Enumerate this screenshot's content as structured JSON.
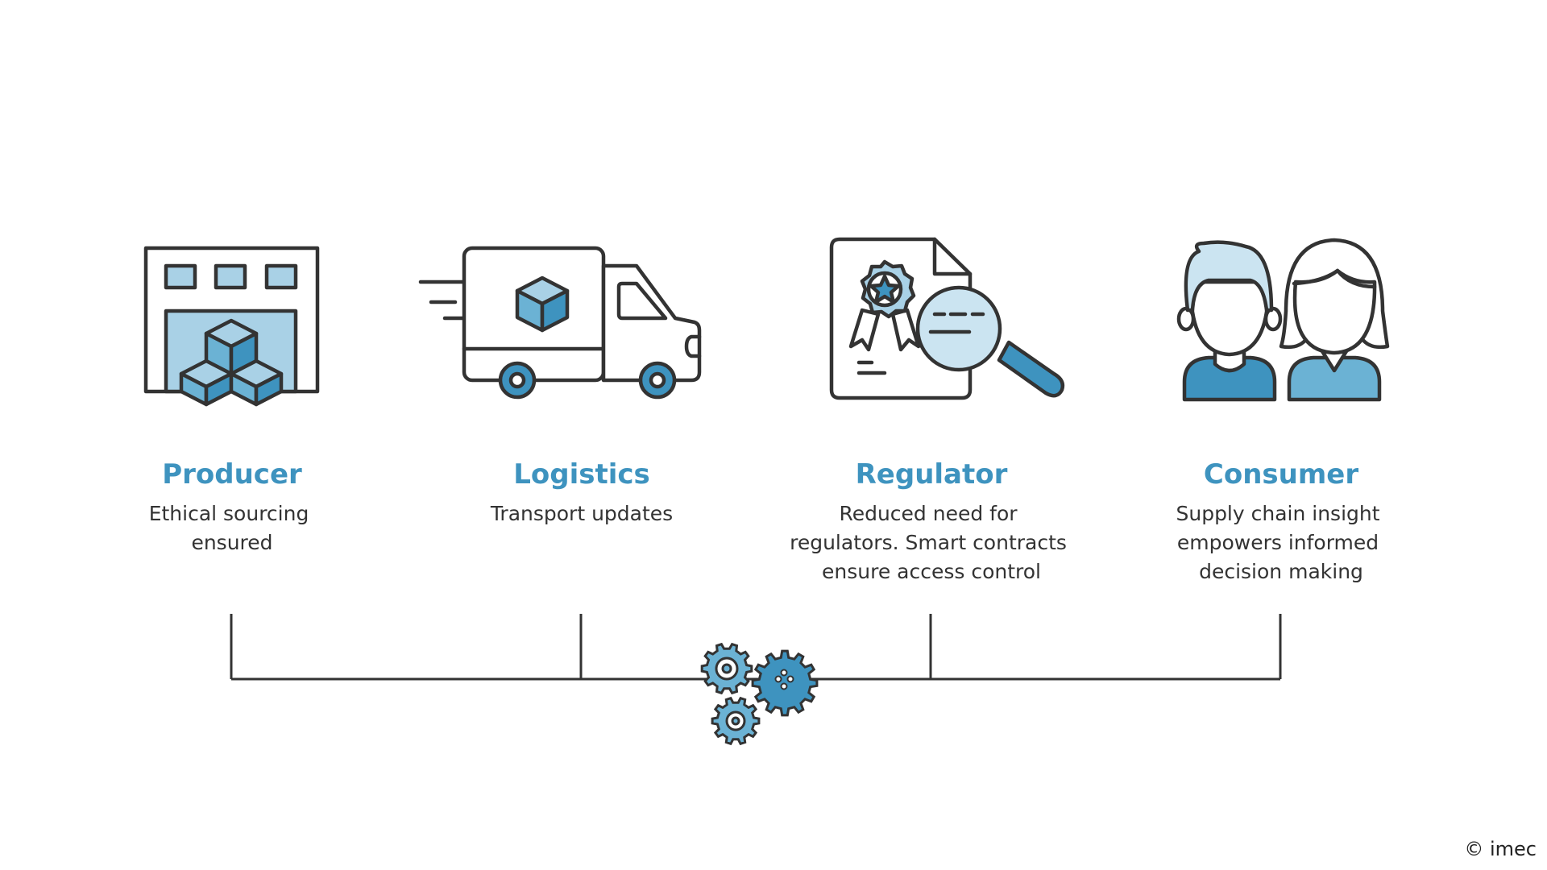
{
  "colors": {
    "outline": "#333333",
    "dark_blue": "#3e93bf",
    "mid_blue": "#6bb2d4",
    "light_blue": "#a9d1e6",
    "pale_blue": "#cbe4f1"
  },
  "stakeholders": [
    {
      "title": "Producer",
      "desc": [
        "Ethical sourcing",
        "ensured"
      ],
      "icon": "warehouse-icon"
    },
    {
      "title": "Logistics",
      "desc": [
        "Transport updates"
      ],
      "icon": "delivery-truck-icon"
    },
    {
      "title": "Regulator",
      "desc": [
        "Reduced need for",
        "regulators. Smart contracts",
        "ensure access control"
      ],
      "icon": "certificate-inspection-icon"
    },
    {
      "title": "Consumer",
      "desc": [
        "Supply chain insight",
        "empowers informed",
        "decision making"
      ],
      "icon": "consumers-icon"
    }
  ],
  "network_icon": "gears-icon",
  "copyright": "© imec"
}
